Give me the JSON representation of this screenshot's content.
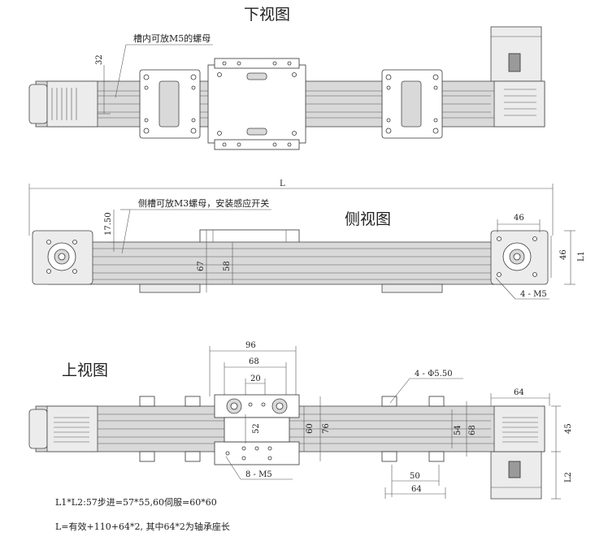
{
  "views": {
    "bottom": {
      "title": "下视图",
      "note": "槽内可放M5的螺母",
      "dim_32": "32"
    },
    "side": {
      "title": "侧视图",
      "note": "侧槽可放M3螺母，安装感应开关",
      "dim_L": "L",
      "dim_1750": "17.50",
      "dim_67": "67",
      "dim_58": "58",
      "dim_46a": "46",
      "dim_46b": "46",
      "dim_L1": "L1",
      "dim_4m5": "4 - M5"
    },
    "top": {
      "title": "上视图",
      "dim_96": "96",
      "dim_68": "68",
      "dim_20": "20",
      "dim_52": "52",
      "dim_60": "60",
      "dim_76": "76",
      "dim_54": "54",
      "dim_68b": "68",
      "dim_phi": "4 - Φ5.50",
      "dim_64a": "64",
      "dim_45": "45",
      "dim_L2": "L2",
      "dim_50": "50",
      "dim_64b": "64",
      "dim_8m5": "8 - M5"
    }
  },
  "notes": {
    "line1": "L1*L2:57步进=57*55,60伺服=60*60",
    "line2": "L=有效+110+64*2, 其中64*2为轴承座长"
  }
}
